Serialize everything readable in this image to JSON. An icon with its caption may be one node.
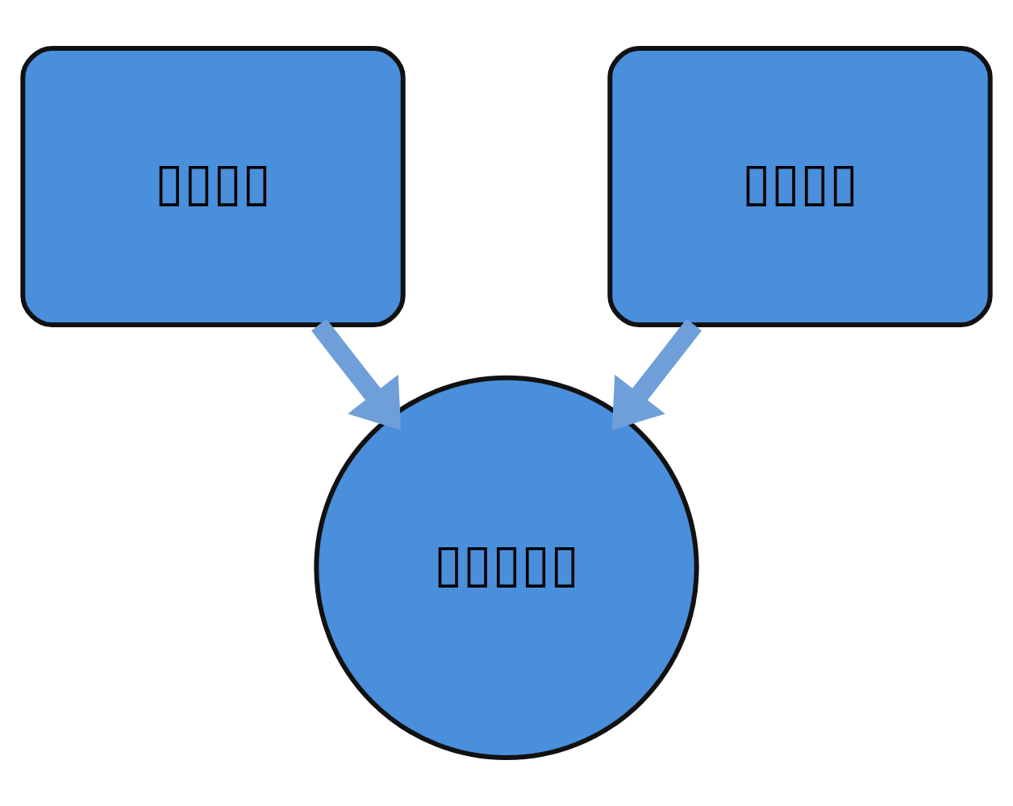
{
  "diagram": {
    "nodes": [
      {
        "text": [
          "▯▯▯▯"
        ]
      },
      {
        "text": [
          "▯▯▯▯"
        ]
      },
      {
        "text": [
          "▯▯▯▯▯"
        ]
      }
    ],
    "edges": [
      {
        "from": 0,
        "to": 2,
        "arrow": "to"
      },
      {
        "from": 1,
        "to": 2,
        "arrow": "to"
      }
    ]
  }
}
